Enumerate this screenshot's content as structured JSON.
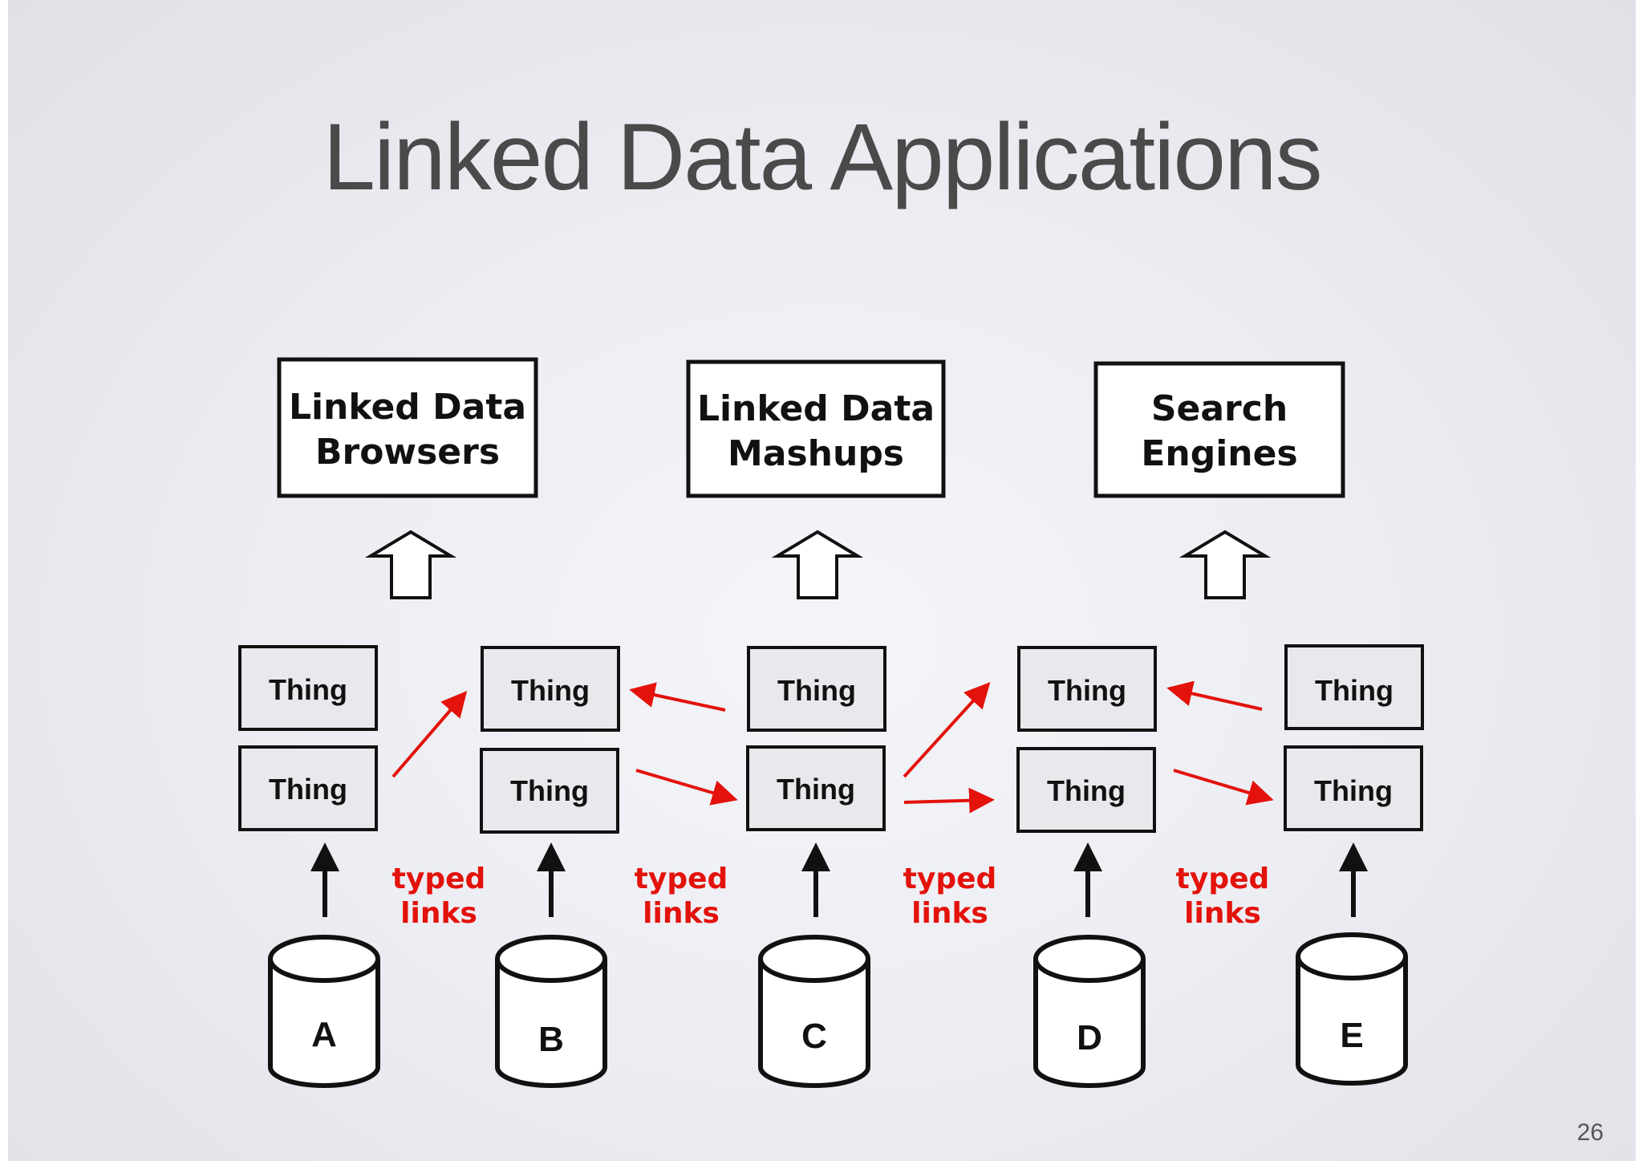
{
  "slide": {
    "title": "Linked Data Applications",
    "page_number": "26"
  },
  "applications": [
    {
      "line1": "Linked Data",
      "line2": "Browsers"
    },
    {
      "line1": "Linked Data",
      "line2": "Mashups"
    },
    {
      "line1": "Search",
      "line2": "Engines"
    }
  ],
  "thing_label": "Thing",
  "datasources": [
    "A",
    "B",
    "C",
    "D",
    "E"
  ],
  "typed_links": {
    "line1": "typed",
    "line2": "links"
  },
  "colors": {
    "link_red": "#e3120b",
    "thing_fill": "#e8e9ec",
    "box_stroke": "#111111",
    "title_color": "#4a4a4a"
  }
}
